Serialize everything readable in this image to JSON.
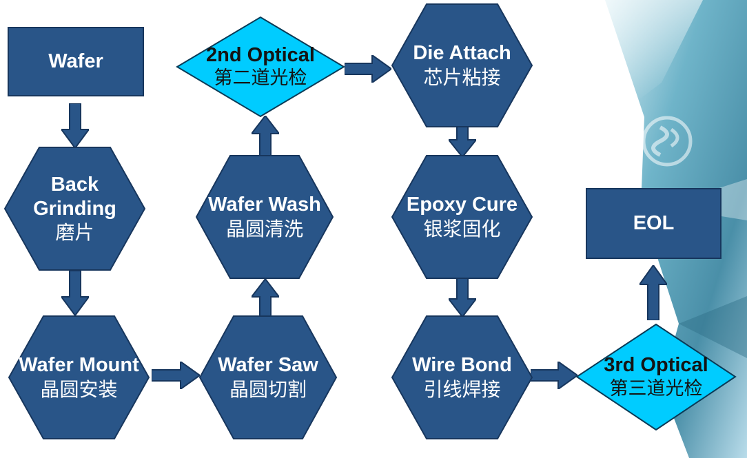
{
  "colors": {
    "box_fill": "#295588",
    "box_stroke": "#17365d",
    "decision_fill": "#00ccff",
    "decision_stroke": "#0a3b57",
    "arrow_fill": "#295588"
  },
  "nodes": {
    "wafer": {
      "en": "Wafer",
      "cn": ""
    },
    "back_grinding": {
      "en": "Back Grinding",
      "en_line1": "Back",
      "en_line2": "Grinding",
      "cn": "磨片"
    },
    "wafer_mount": {
      "en": "Wafer Mount",
      "cn": "晶圆安装"
    },
    "wafer_saw": {
      "en": "Wafer Saw",
      "cn": "晶圆切割"
    },
    "wafer_wash": {
      "en": "Wafer Wash",
      "cn": "晶圆清洗"
    },
    "second_optical": {
      "en": "2nd Optical",
      "cn": "第二道光检"
    },
    "die_attach": {
      "en": "Die Attach",
      "cn": "芯片粘接"
    },
    "epoxy_cure": {
      "en": "Epoxy Cure",
      "cn": "银浆固化"
    },
    "wire_bond": {
      "en": "Wire Bond",
      "cn": "引线焊接"
    },
    "third_optical": {
      "en": "3rd Optical",
      "cn": "第三道光检"
    },
    "eol": {
      "en": "EOL",
      "cn": ""
    }
  }
}
